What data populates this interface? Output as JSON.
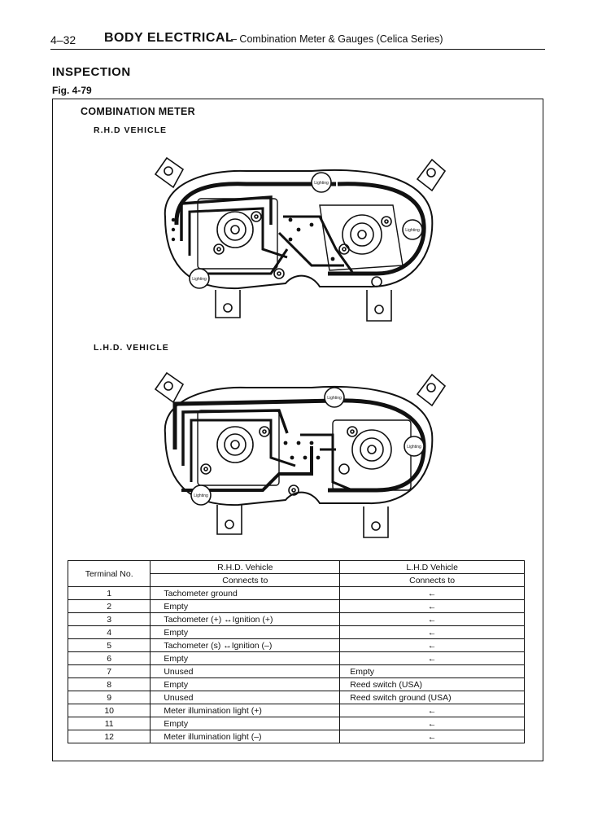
{
  "header": {
    "page_number": "4–32",
    "section": "BODY ELECTRICAL",
    "subtitle": "– Combination Meter & Gauges (Celica Series)"
  },
  "heading": "INSPECTION",
  "figure_label": "Fig. 4-79",
  "figure": {
    "title": "COMBINATION METER",
    "rhd_label": "R.H.D VEHICLE",
    "lhd_label": "L.H.D. VEHICLE",
    "lighting_label": "Lighting"
  },
  "table": {
    "col_terminal": "Terminal No.",
    "col_rhd": "R.H.D. Vehicle",
    "col_rhd_sub": "Connects to",
    "col_lhd": "L.H.D Vehicle",
    "col_lhd_sub": "Connects to",
    "rows": [
      {
        "no": "1",
        "rhd": "Tachometer ground",
        "lhd": "←"
      },
      {
        "no": "2",
        "rhd": "Empty",
        "lhd": "←"
      },
      {
        "no": "3",
        "rhd": "Tachometer (+) ↔Ignition (+)",
        "lhd": "←"
      },
      {
        "no": "4",
        "rhd": "Empty",
        "lhd": "←"
      },
      {
        "no": "5",
        "rhd": "Tachometer (s) ↔Ignition (–)",
        "lhd": "←"
      },
      {
        "no": "6",
        "rhd": "Empty",
        "lhd": "←"
      },
      {
        "no": "7",
        "rhd": "Unused",
        "lhd": "Empty"
      },
      {
        "no": "8",
        "rhd": "Empty",
        "lhd": "Reed switch (USA)"
      },
      {
        "no": "9",
        "rhd": "Unused",
        "lhd": "Reed switch ground (USA)"
      },
      {
        "no": "10",
        "rhd": "Meter illumination light (+)",
        "lhd": "←"
      },
      {
        "no": "11",
        "rhd": "Empty",
        "lhd": "←"
      },
      {
        "no": "12",
        "rhd": "Meter illumination light (–)",
        "lhd": "←"
      }
    ]
  }
}
